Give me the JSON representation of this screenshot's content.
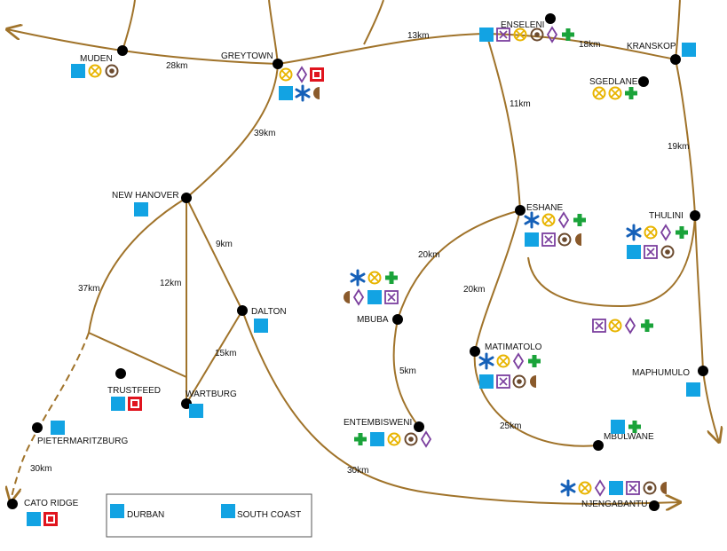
{
  "colors": {
    "road": "#a0732a",
    "node": "#000000",
    "square": "#12a3e3",
    "cross_circle": "#e8b400",
    "diamond": "#7b3f9e",
    "boxed_x": "#7b3f9e",
    "plus": "#1aa33a",
    "asterisk": "#1560b8",
    "ring_dot": "#6b4a2e",
    "half_moon": "#8a5a2b",
    "red_box": "#e0141e"
  },
  "places": [
    {
      "name": "MUDEN",
      "icons": [
        "square",
        "cross-circle",
        "ring-dot"
      ]
    },
    {
      "name": "GREYTOWN",
      "icons": [
        "cross-circle",
        "diamond",
        "red-box",
        "square",
        "asterisk",
        "half-moon"
      ]
    },
    {
      "name": "ENSELENI",
      "icons": [
        "square",
        "boxed-x",
        "cross-circle",
        "ring-dot",
        "diamond",
        "plus"
      ]
    },
    {
      "name": "KRANSKOP",
      "icons": [
        "square"
      ]
    },
    {
      "name": "SGEDLANE",
      "icons": [
        "cross-circle",
        "cross-circle",
        "plus"
      ]
    },
    {
      "name": "NEW HANOVER",
      "icons": [
        "square"
      ]
    },
    {
      "name": "ESHANE",
      "icons": [
        "asterisk",
        "cross-circle",
        "diamond",
        "plus",
        "square",
        "boxed-x",
        "ring-dot",
        "half-moon"
      ]
    },
    {
      "name": "THULINI",
      "icons": [
        "asterisk",
        "cross-circle",
        "diamond",
        "plus",
        "square",
        "boxed-x",
        "ring-dot"
      ]
    },
    {
      "name": "MBUBA",
      "icons": [
        "asterisk",
        "cross-circle",
        "plus",
        "half-moon",
        "diamond",
        "square",
        "boxed-x"
      ]
    },
    {
      "name": "DALTON",
      "icons": [
        "square"
      ]
    },
    {
      "name": "MATIMATOLO",
      "icons": [
        "asterisk",
        "cross-circle",
        "diamond",
        "plus",
        "square",
        "boxed-x",
        "ring-dot",
        "half-moon"
      ]
    },
    {
      "name": "MAPHUMULO",
      "icons": [
        "square"
      ]
    },
    {
      "name": "TRUSTFEED",
      "icons": [
        "square",
        "red-box"
      ]
    },
    {
      "name": "WARTBURG",
      "icons": [
        "square"
      ]
    },
    {
      "name": "PIETERMARITZBURG",
      "icons": [
        "square"
      ]
    },
    {
      "name": "ENTEMBISWENI",
      "icons": [
        "plus",
        "square",
        "cross-circle",
        "ring-dot",
        "diamond"
      ]
    },
    {
      "name": "MBULWANE",
      "icons": [
        "square",
        "plus"
      ]
    },
    {
      "name": "CATO RIDGE",
      "icons": [
        "square",
        "red-box"
      ]
    },
    {
      "name": "NJENGABANTU",
      "icons": [
        "asterisk",
        "cross-circle",
        "diamond",
        "square",
        "boxed-x",
        "ring-dot",
        "half-moon"
      ]
    }
  ],
  "loop_icons": [
    "boxed-x",
    "cross-circle",
    "diamond",
    "plus"
  ],
  "distances": [
    "28km",
    "13km",
    "18km",
    "11km",
    "19km",
    "39km",
    "9km",
    "12km",
    "37km",
    "15km",
    "20km",
    "20km",
    "5km",
    "25km",
    "30km",
    "30km"
  ],
  "legend": {
    "item1": "DURBAN",
    "item2": "SOUTH COAST"
  }
}
